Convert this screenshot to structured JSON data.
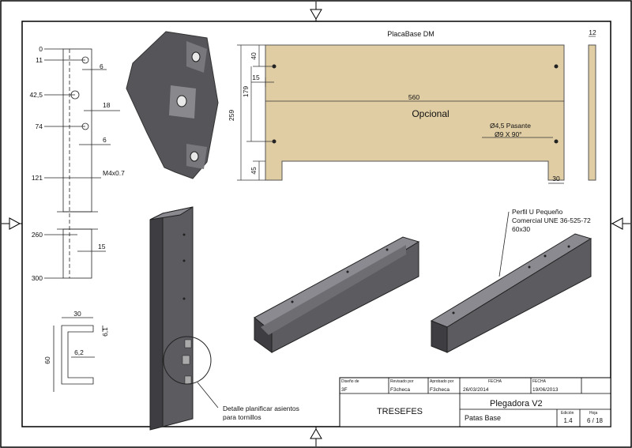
{
  "drawing": {
    "plate_title": "PlacaBase DM",
    "plate_dims": {
      "width": "560",
      "height": "259",
      "thickness": "12",
      "top_offset": "40",
      "side_offset": "15",
      "hole_row": "179",
      "bottom_offset": "45",
      "notch": "30"
    },
    "plate_label": "Opcional",
    "hole_note_1": "Ø4,5 Pasante",
    "hole_note_2": "Ø9 X 90°",
    "profile_ticks": [
      "0",
      "11",
      "42,5",
      "74",
      "121",
      "260",
      "300"
    ],
    "profile_dims": {
      "d6a": "6",
      "d18": "18",
      "d6b": "6",
      "thread": "M4x0.7",
      "d15": "15"
    },
    "section_dims": {
      "width": "30",
      "height": "60",
      "web": "6,2",
      "flange": "6,1"
    },
    "profile_note_1": "Perfil U Pequeño",
    "profile_note_2": "Comercial UNE 36-525-72",
    "profile_note_3": "60x30",
    "detail_note_1": "Detalle planificar asientos",
    "detail_note_2": "para tornillos"
  },
  "title_block": {
    "lbl_diseno": "Diseño de",
    "val_diseno": "3F",
    "lbl_revisado": "Revisado por",
    "val_revisado": "F3checa",
    "lbl_aprobado": "Aprobado por",
    "val_aprobado": "F3checa",
    "lbl_fecha1": "FECHA",
    "val_fecha1": "26/03/2014",
    "lbl_fecha2": "FECHA",
    "val_fecha2": "19/06/2013",
    "company": "TRESEFES",
    "project": "Plegadora V2",
    "part": "Patas Base",
    "lbl_edicion": "Edición",
    "val_edicion": "1.4",
    "lbl_hoja": "Hoja",
    "val_hoja": "6 / 18"
  },
  "colors": {
    "plate": "#e0cda4",
    "metal_dark": "#3e3e42",
    "metal_mid": "#5b5b60",
    "metal_light": "#8a8a90"
  }
}
